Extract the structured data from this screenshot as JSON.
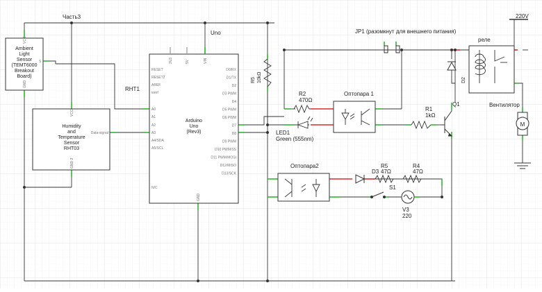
{
  "sheet": {
    "part_label": "Часть3"
  },
  "ambient": {
    "title_lines": [
      "Ambient",
      "Light",
      "Sensor",
      "(TEMT6000",
      "Breakout",
      "Board)"
    ],
    "pin_vcc": "VCC",
    "pin_gnd": "GND",
    "pin_s": "S"
  },
  "rht": {
    "title_lines": [
      "Humidity",
      "and",
      "Temperature",
      "Sensor",
      "RHT03"
    ],
    "pin_vcc": "VCC",
    "pin_gnd": "GND 2",
    "pin_data": "Data-signal",
    "ref_label": "RHT1"
  },
  "arduino": {
    "ref_label": "Uno",
    "title_lines": [
      "Arduino",
      "Uno",
      "(Rev3)"
    ],
    "left_pins": [
      "RESET",
      "RESET2",
      "AREF",
      "ioref",
      "A0",
      "A1",
      "A2",
      "A3",
      "A4/SDA",
      "A5/SCL",
      "N/C"
    ],
    "right_pins": [
      "D0/RX",
      "D1/TX",
      "D2",
      "D3 PWM",
      "D4",
      "D5 PWM",
      "D6 PWM",
      "D7",
      "D8",
      "D9 PWM",
      "D10 PWM/SS",
      "D11 PWM/MOSI",
      "D12/MISO",
      "D13/SCK"
    ],
    "top_pins": [
      "3V3",
      "5V",
      "VIN"
    ],
    "bottom_pin": "GND"
  },
  "components": {
    "r5_top": {
      "ref": "R5",
      "value": "10kΩ"
    },
    "jp1": "JP1 (разомкнут для внешнего питания)",
    "r2": {
      "ref": "R2",
      "value": "470Ω"
    },
    "opto1": "Оптопара 1",
    "led1": {
      "ref": "LED1",
      "value": "Green (555nm)"
    },
    "r1": {
      "ref": "R1",
      "value": "1kΩ"
    },
    "q1": "Q1",
    "relay": "реле",
    "d2": "D2",
    "fan": "Вентилятор",
    "motor_glyph": "M",
    "supply": "220V",
    "opto2": "Оптопара2",
    "r5_bottom": {
      "ref": "R5",
      "value": "47Ω"
    },
    "d3": "D3",
    "r4": {
      "ref": "R4",
      "value": "47Ω"
    },
    "s1": "S1",
    "v3": {
      "ref": "V3",
      "value": "220"
    }
  },
  "colors": {
    "wire": "#333333",
    "pin_green": "#2db82d",
    "pin_red": "#d42c2c",
    "grid": "#ececec"
  }
}
